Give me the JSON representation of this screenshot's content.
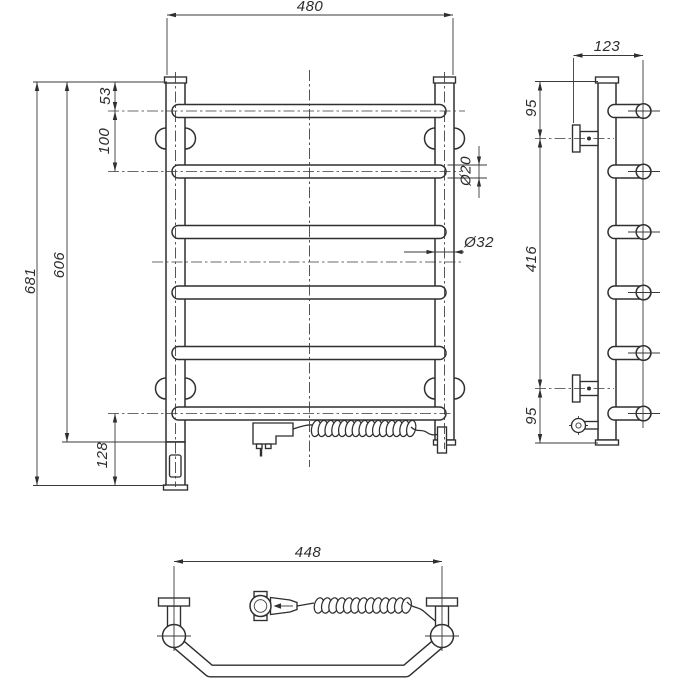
{
  "drawing": {
    "kind": "technical orthographic drawing",
    "subject": "ladder heated towel rail with electric cable and plug",
    "background": "#ffffff",
    "line_color": "#2f2f2f",
    "structure": {
      "front_rung_count": 6,
      "side_rung_count": 6,
      "views": [
        "front",
        "side",
        "bottom"
      ]
    },
    "dims": {
      "front_width": "480",
      "front_offset_top": "53",
      "front_rung_gap": "100",
      "front_height_total": "681",
      "front_height_tube": "606",
      "front_offset_bottom": "128",
      "rung_diameter": "Ø20",
      "post_diameter": "Ø32",
      "side_depth": "123",
      "side_bracket_top": "95",
      "side_bracket_span": "416",
      "side_bracket_bottom": "95",
      "bottom_mount_width": "448"
    }
  }
}
